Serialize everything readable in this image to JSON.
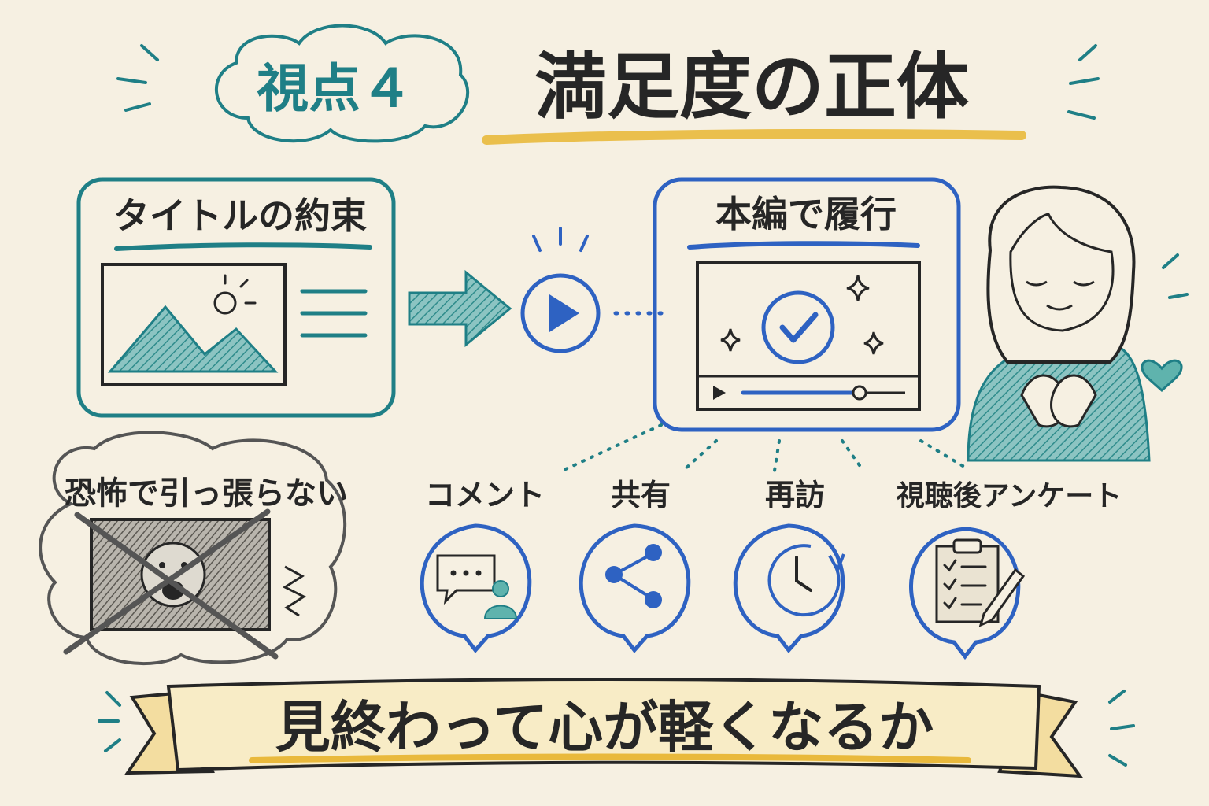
{
  "header": {
    "badge_label": "視点４",
    "title": "満足度の正体"
  },
  "left_card": {
    "title": "タイトルの約束"
  },
  "right_card": {
    "title": "本編で履行"
  },
  "fear_bubble": {
    "title": "恐怖で引っ張らない"
  },
  "outcomes": [
    {
      "label": "コメント",
      "icon": "comment-icon"
    },
    {
      "label": "共有",
      "icon": "share-icon"
    },
    {
      "label": "再訪",
      "icon": "revisit-clock-icon"
    },
    {
      "label": "視聴後アンケート",
      "icon": "survey-clipboard-icon"
    }
  ],
  "banner": {
    "text": "見終わって心が軽くなるか"
  },
  "colors": {
    "teal": "#1f7f86",
    "blue": "#2e62c2",
    "dark": "#262626",
    "yellow": "#e9b93c",
    "gray": "#555555",
    "paper": "#f6f0e2"
  }
}
